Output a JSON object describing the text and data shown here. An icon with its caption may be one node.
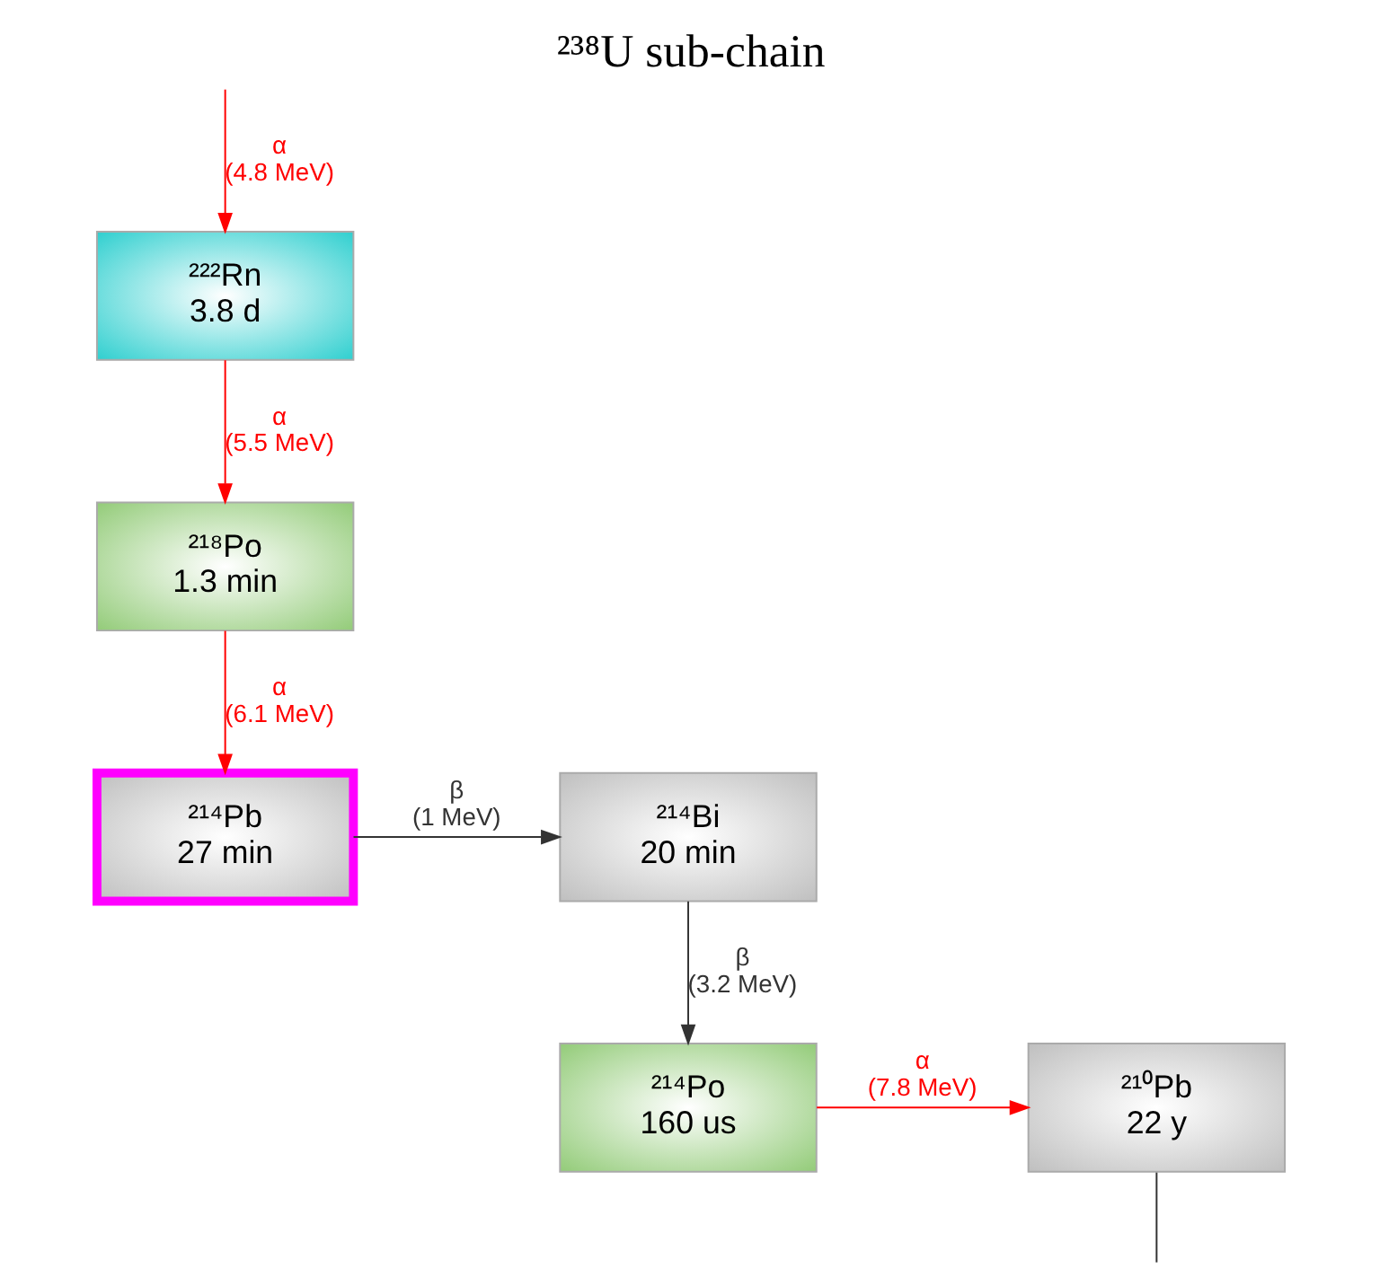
{
  "diagram": {
    "title": "²³⁸U sub-chain",
    "nodes": [
      {
        "text": [
          "²²²Rn",
          "3.8 d"
        ]
      },
      {
        "text": [
          "²¹⁸Po",
          "1.3 min"
        ]
      },
      {
        "text": [
          "²¹⁴Pb",
          "27 min"
        ]
      },
      {
        "text": [
          "²¹⁴Bi",
          "20 min"
        ]
      },
      {
        "text": [
          "²¹⁴Po",
          "160 us"
        ]
      },
      {
        "text": [
          "²¹⁰Pb",
          "22 y"
        ]
      }
    ],
    "edges": [
      {
        "from": null,
        "to": 0,
        "arrow": "to",
        "label": "α (4.8 MeV)"
      },
      {
        "from": 0,
        "to": 1,
        "arrow": "to",
        "label": "α (5.5 MeV)"
      },
      {
        "from": 1,
        "to": 2,
        "arrow": "to",
        "label": "α (6.1 MeV)"
      },
      {
        "from": 2,
        "to": 3,
        "arrow": "to",
        "label": "β (1 MeV)",
        "color": "#333333"
      },
      {
        "from": 3,
        "to": 4,
        "arrow": "to",
        "label": "β (3.2 MeV)",
        "color": "#333333"
      },
      {
        "from": 4,
        "to": 5,
        "arrow": "to",
        "label": "α (7.8 MeV)"
      },
      {
        "from": 5,
        "to": null,
        "arrow": "none",
        "color": "#333333"
      }
    ]
  }
}
